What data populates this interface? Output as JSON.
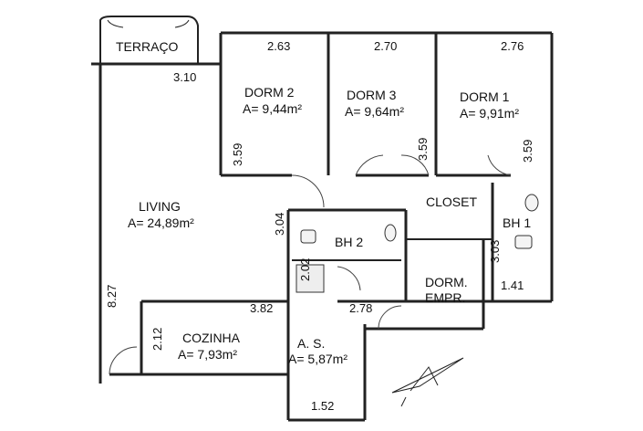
{
  "rooms": {
    "terraco": {
      "name": "TERRAÇO"
    },
    "dorm2": {
      "name": "DORM 2",
      "area": "A= 9,44m²"
    },
    "dorm3": {
      "name": "DORM 3",
      "area": "A= 9,64m²"
    },
    "dorm1": {
      "name": "DORM 1",
      "area": "A= 9,91m²"
    },
    "closet": {
      "name": "CLOSET"
    },
    "living": {
      "name": "LIVING",
      "area": "A= 24,89m²"
    },
    "bh2": {
      "name": "BH 2"
    },
    "bh1": {
      "name": "BH 1"
    },
    "dorm_empr": {
      "name_line1": "DORM.",
      "name_line2": "EMPR."
    },
    "cozinha": {
      "name": "COZINHA",
      "area": "A= 7,93m²"
    },
    "as": {
      "name": "A. S.",
      "area": "A= 5,87m²"
    }
  },
  "dimensions": {
    "terraco_width": "3.10",
    "dorm2_width": "2.63",
    "dorm3_width": "2.70",
    "dorm1_width": "2.76",
    "dorm2_depth": "3.59",
    "dorm3_depth": "3.59",
    "dorm1_depth": "3.59",
    "bh2_height": "3.04",
    "bh1_height": "3.03",
    "hall_height": "2.02",
    "living_depth": "8.27",
    "cozinha_width": "3.82",
    "cozinha_depth": "2.12",
    "as_width": "2.78",
    "bh1_width": "1.41",
    "as_bottom": "1.52"
  },
  "colors": {
    "wall": "#222222",
    "fill": "#e6e6e6",
    "text": "#111111"
  },
  "icons": [
    "north-arrow-icon",
    "toilet-icon",
    "sink-icon"
  ]
}
